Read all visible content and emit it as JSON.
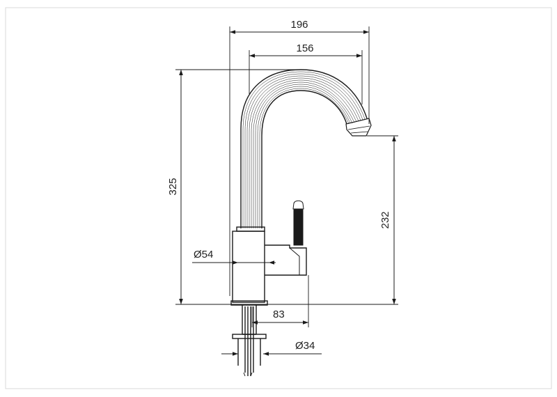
{
  "drawing": {
    "dimensions": {
      "overall_width": "196",
      "spout_reach": "156",
      "overall_height": "325",
      "spout_clearance": "232",
      "body_diameter": "Ø54",
      "handle_offset": "83",
      "shank_diameter": "Ø34"
    }
  },
  "colors": {
    "line": "#1a1a1a",
    "border": "#d9d9d9"
  }
}
